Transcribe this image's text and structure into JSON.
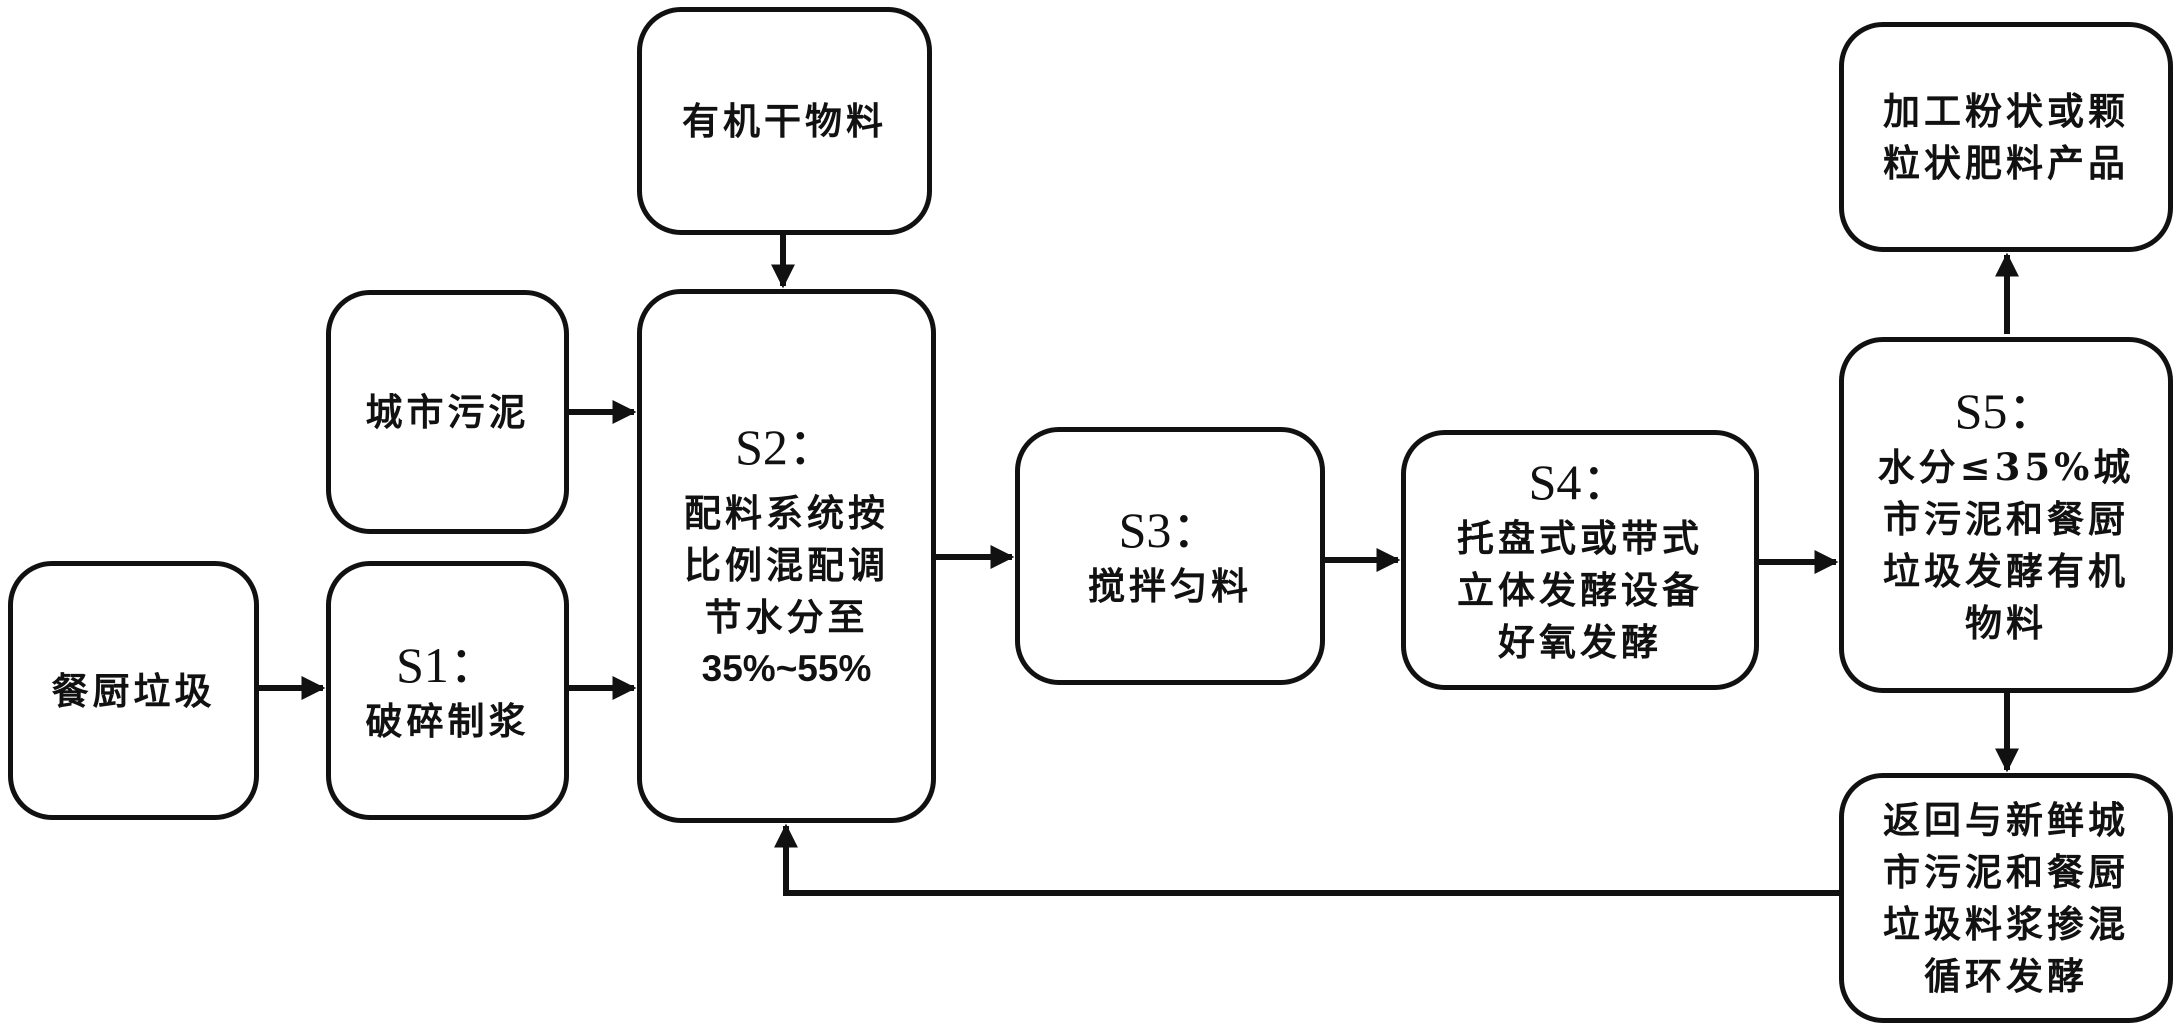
{
  "nodes": {
    "food_waste": {
      "lines": [
        "餐厨垃圾"
      ]
    },
    "s1": {
      "step": "S1：",
      "lines": [
        "破碎制浆"
      ]
    },
    "sludge": {
      "lines": [
        "城市污泥"
      ]
    },
    "organic_dry": {
      "lines": [
        "有机干物料"
      ]
    },
    "s2": {
      "step": "S2：",
      "lines": [
        "配料系统按",
        "比例混配调",
        "节水分至",
        "35%~55%"
      ]
    },
    "s3": {
      "step": "S3：",
      "lines": [
        "搅拌匀料"
      ]
    },
    "s4": {
      "step": "S4：",
      "lines": [
        "托盘式或带式",
        "立体发酵设备",
        "好氧发酵"
      ]
    },
    "s5": {
      "step": "S5：",
      "lines": [
        "水分≤35%城",
        "市污泥和餐厨",
        "垃圾发酵有机",
        "物料"
      ]
    },
    "product": {
      "lines": [
        "加工粉状或颗",
        "粒状肥料产品"
      ]
    },
    "recycle": {
      "lines": [
        "返回与新鲜城",
        "市污泥和餐厨",
        "垃圾料浆掺混",
        "循环发酵"
      ]
    }
  },
  "colors": {
    "stroke": "#111111",
    "background": "#ffffff"
  }
}
